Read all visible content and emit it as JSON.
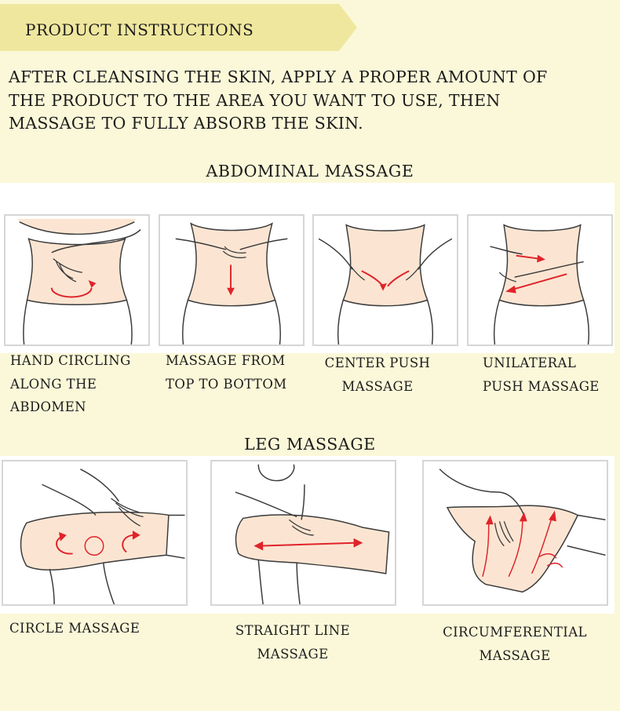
{
  "header": {
    "title": "PRODUCT INSTRUCTIONS"
  },
  "intro": {
    "lines": [
      "AFTER CLEANSING THE SKIN, APPLY A PROPER AMOUNT OF",
      "THE PRODUCT TO THE AREA YOU WANT TO USE, THEN",
      "MASSAGE TO FULLY ABSORB THE SKIN."
    ]
  },
  "abdominal": {
    "title": "ABDOMINAL MASSAGE",
    "steps": [
      {
        "lines": [
          "HAND CIRCLING",
          "ALONG THE",
          "ABDOMEN"
        ]
      },
      {
        "lines": [
          "MASSAGE FROM",
          "TOP TO BOTTOM"
        ]
      },
      {
        "lines": [
          "CENTER PUSH",
          "MASSAGE"
        ]
      },
      {
        "lines": [
          "UNILATERAL",
          "PUSH MASSAGE"
        ]
      }
    ]
  },
  "leg": {
    "title": "LEG MASSAGE",
    "steps": [
      {
        "lines": [
          "CIRCLE MASSAGE"
        ]
      },
      {
        "lines": [
          "STRAIGHT LINE",
          "MASSAGE"
        ]
      },
      {
        "lines": [
          "CIRCUMFERENTIAL",
          "MASSAGE"
        ]
      }
    ]
  },
  "colors": {
    "background": "#fbf8d9",
    "banner": "#f0e79f",
    "skin": "#fbe5d2",
    "arrow": "#e0232a",
    "outline": "#3a3a3a"
  }
}
